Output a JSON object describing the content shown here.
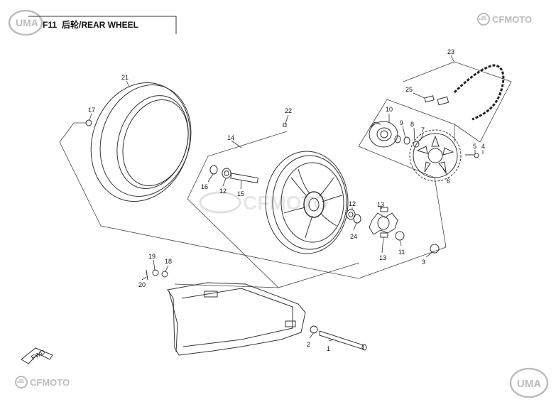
{
  "header": {
    "code": "F11",
    "title": "后轮/REAR WHEEL",
    "logo_left": "UMA",
    "brand_right": "CFMOTO"
  },
  "footer": {
    "brand_left": "CFMOTO",
    "logo_right": "UMA"
  },
  "fwd_label": "FWD",
  "watermark": "CFMOTO",
  "callouts": [
    {
      "id": "1",
      "label": "1"
    },
    {
      "id": "2",
      "label": "2"
    },
    {
      "id": "3",
      "label": "3"
    },
    {
      "id": "4",
      "label": "4"
    },
    {
      "id": "5",
      "label": "5"
    },
    {
      "id": "6",
      "label": "6"
    },
    {
      "id": "7",
      "label": "7"
    },
    {
      "id": "8",
      "label": "8"
    },
    {
      "id": "9",
      "label": "9"
    },
    {
      "id": "10",
      "label": "10"
    },
    {
      "id": "11",
      "label": "11"
    },
    {
      "id": "12a",
      "label": "12"
    },
    {
      "id": "12b",
      "label": "12"
    },
    {
      "id": "13a",
      "label": "13"
    },
    {
      "id": "13b",
      "label": "13"
    },
    {
      "id": "14",
      "label": "14"
    },
    {
      "id": "15",
      "label": "15"
    },
    {
      "id": "16",
      "label": "16"
    },
    {
      "id": "17",
      "label": "17"
    },
    {
      "id": "18",
      "label": "18"
    },
    {
      "id": "19",
      "label": "19"
    },
    {
      "id": "20",
      "label": "20"
    },
    {
      "id": "21",
      "label": "21"
    },
    {
      "id": "22",
      "label": "22"
    },
    {
      "id": "23",
      "label": "23"
    },
    {
      "id": "24",
      "label": "24"
    },
    {
      "id": "25",
      "label": "25"
    }
  ],
  "colors": {
    "line": "#333333",
    "logo": "#bdbdbd"
  }
}
